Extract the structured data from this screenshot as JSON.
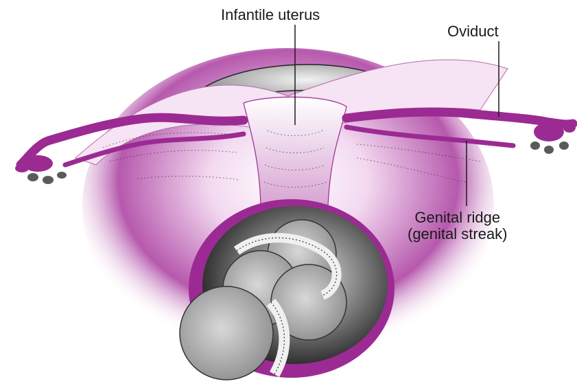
{
  "labels": {
    "infantile_uterus": "Infantile uterus",
    "oviduct": "Oviduct",
    "genital_ridge": "Genital ridge",
    "genital_streak": "(genital streak)"
  },
  "colors": {
    "magenta": "#9c2a93",
    "magenta_light": "#c679c0",
    "gray_dark": "#3a3a3a",
    "gray_mid": "#8c8c8c",
    "gray_light": "#cfcfcf"
  }
}
